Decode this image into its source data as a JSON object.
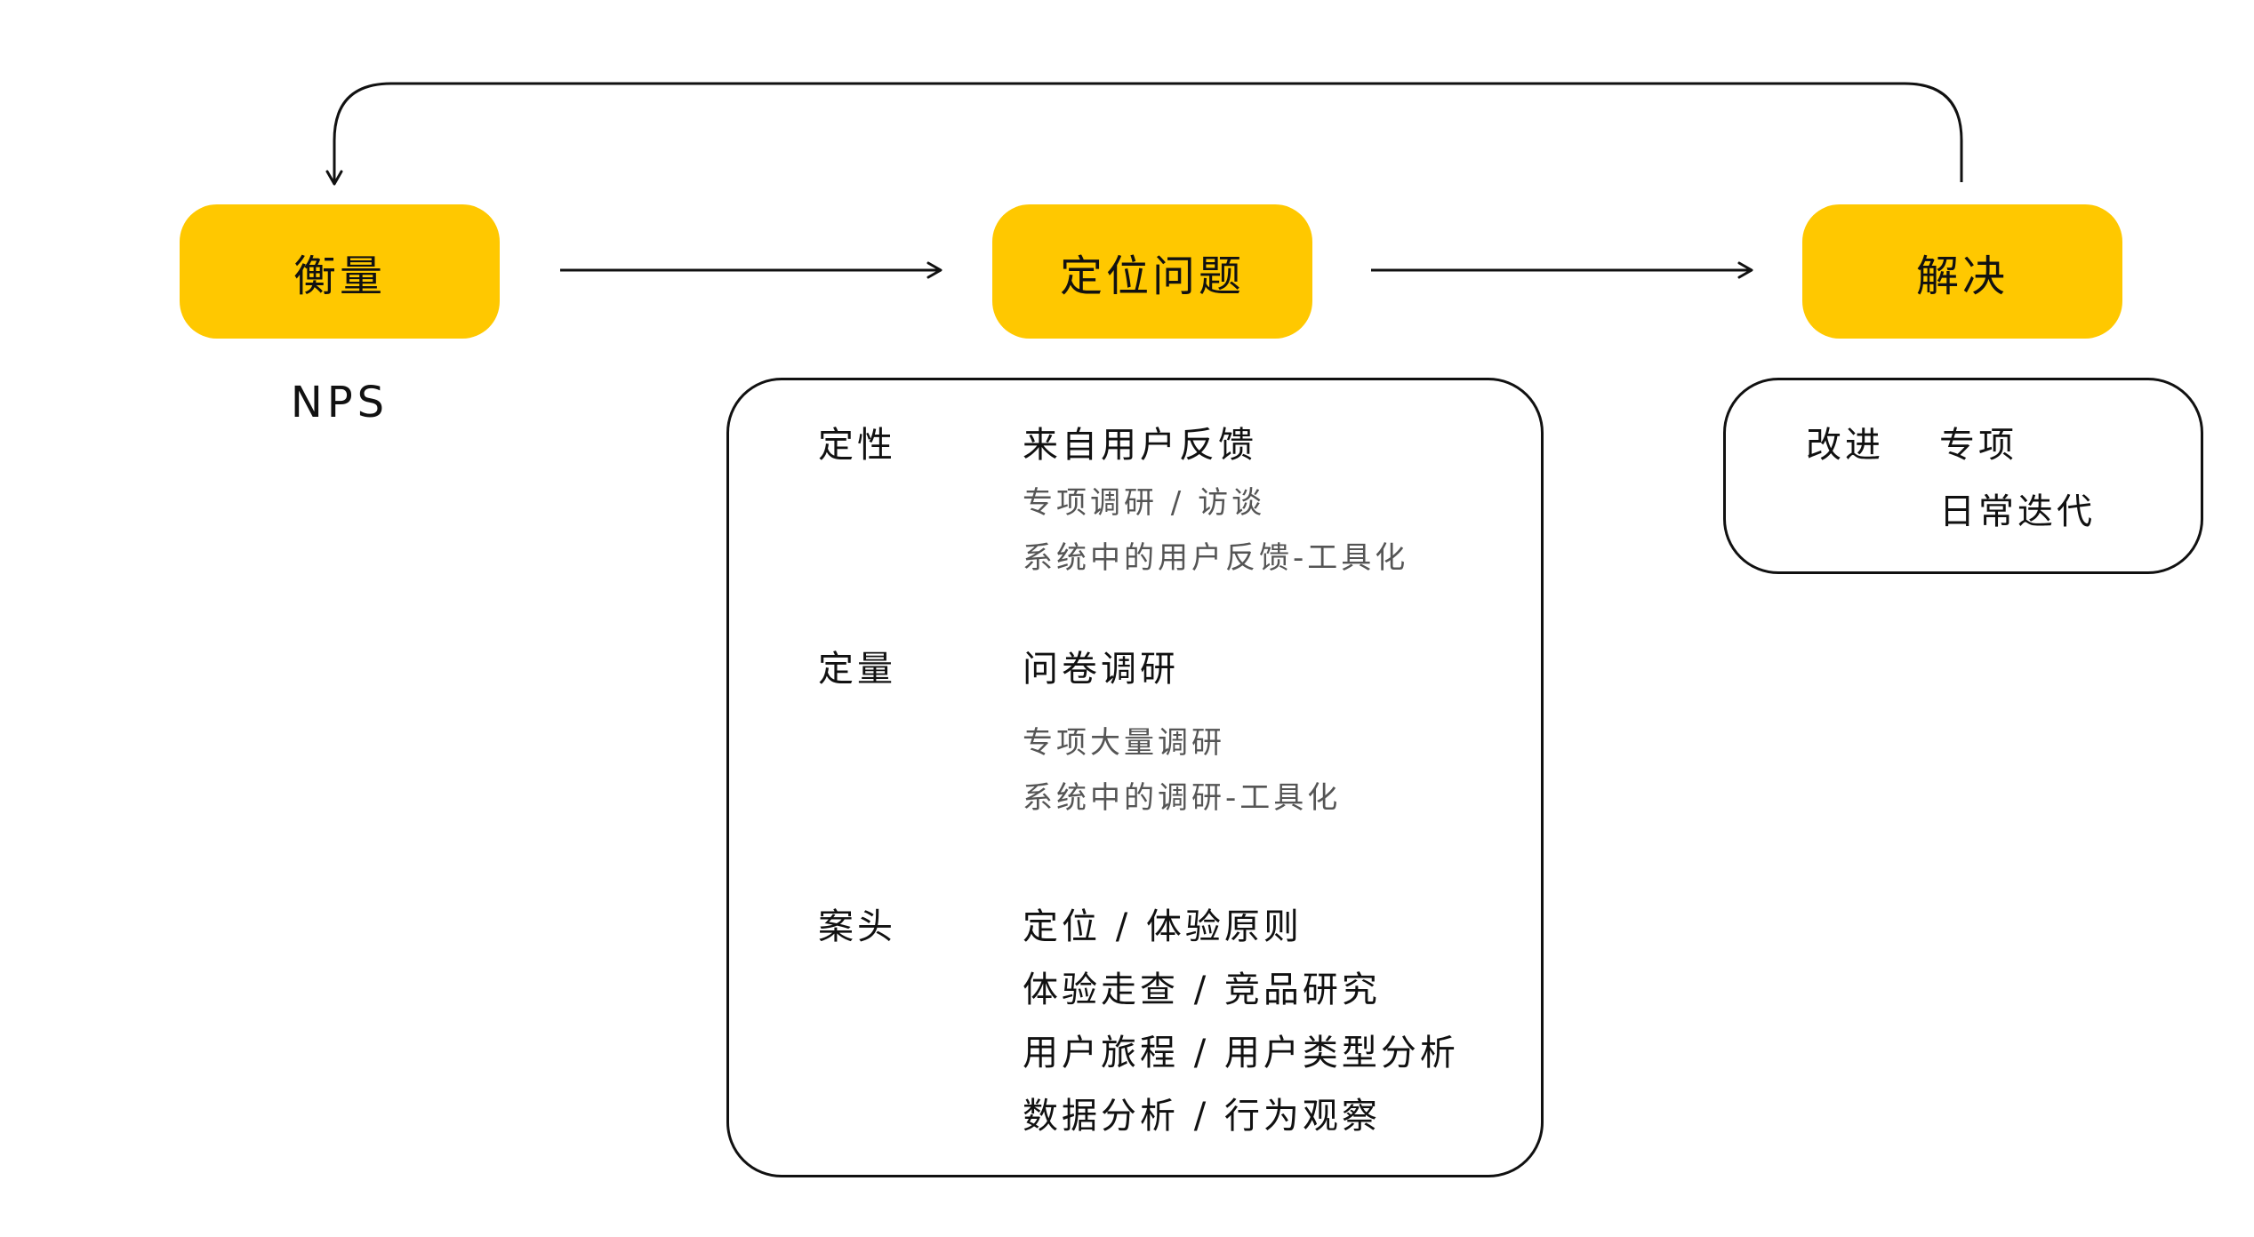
{
  "colors": {
    "stage_fill": "#FFC800",
    "line": "#111111",
    "sub_text": "#555555"
  },
  "stages": [
    {
      "label": "衡量"
    },
    {
      "label": "定位问题"
    },
    {
      "label": "解决"
    }
  ],
  "measure": {
    "metric": "NPS"
  },
  "locate": {
    "qualitative": {
      "category": "定性",
      "heading": "来自用户反馈",
      "details": [
        "专项调研 / 访谈",
        "系统中的用户反馈-工具化"
      ]
    },
    "quantitative": {
      "category": "定量",
      "heading": "问卷调研",
      "details": [
        "专项大量调研",
        "系统中的调研-工具化"
      ]
    },
    "desk": {
      "category": "案头",
      "items": [
        "定位 / 体验原则",
        "体验走查 / 竞品研究",
        "用户旅程 / 用户类型分析",
        "数据分析 / 行为观察"
      ]
    }
  },
  "solve": {
    "category": "改进",
    "items": [
      "专项",
      "日常迭代"
    ]
  }
}
